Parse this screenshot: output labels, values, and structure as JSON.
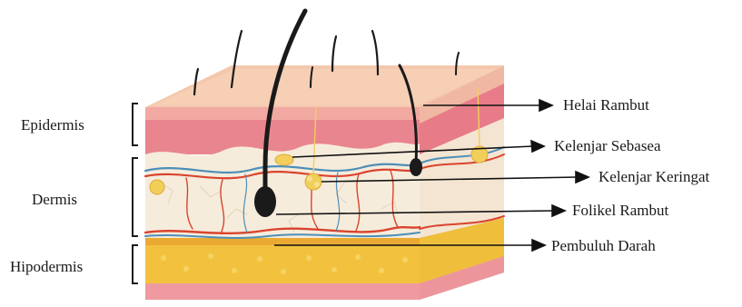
{
  "diagram": {
    "layer_labels": {
      "epidermis": "Epidermis",
      "dermis": "Dermis",
      "hypodermis": "Hipodermis"
    },
    "callouts": {
      "hair_shaft": "Helai Rambut",
      "sebaceous_gland": "Kelenjar Sebasea",
      "sweat_gland": "Kelenjar Keringat",
      "hair_follicle": "Folikel Rambut",
      "blood_vessel": "Pembuluh Darah"
    },
    "colors": {
      "skin_surface": "#f3c4a8",
      "epidermis": "#e9858e",
      "dermis": "#f6ecdc",
      "hypodermis": "#f2c23e",
      "deep_tissue": "#ee9aa0",
      "hair": "#1a1a1a",
      "artery": "#d9442e",
      "vein": "#4d8fb8",
      "gland": "#f1cf5a"
    }
  }
}
